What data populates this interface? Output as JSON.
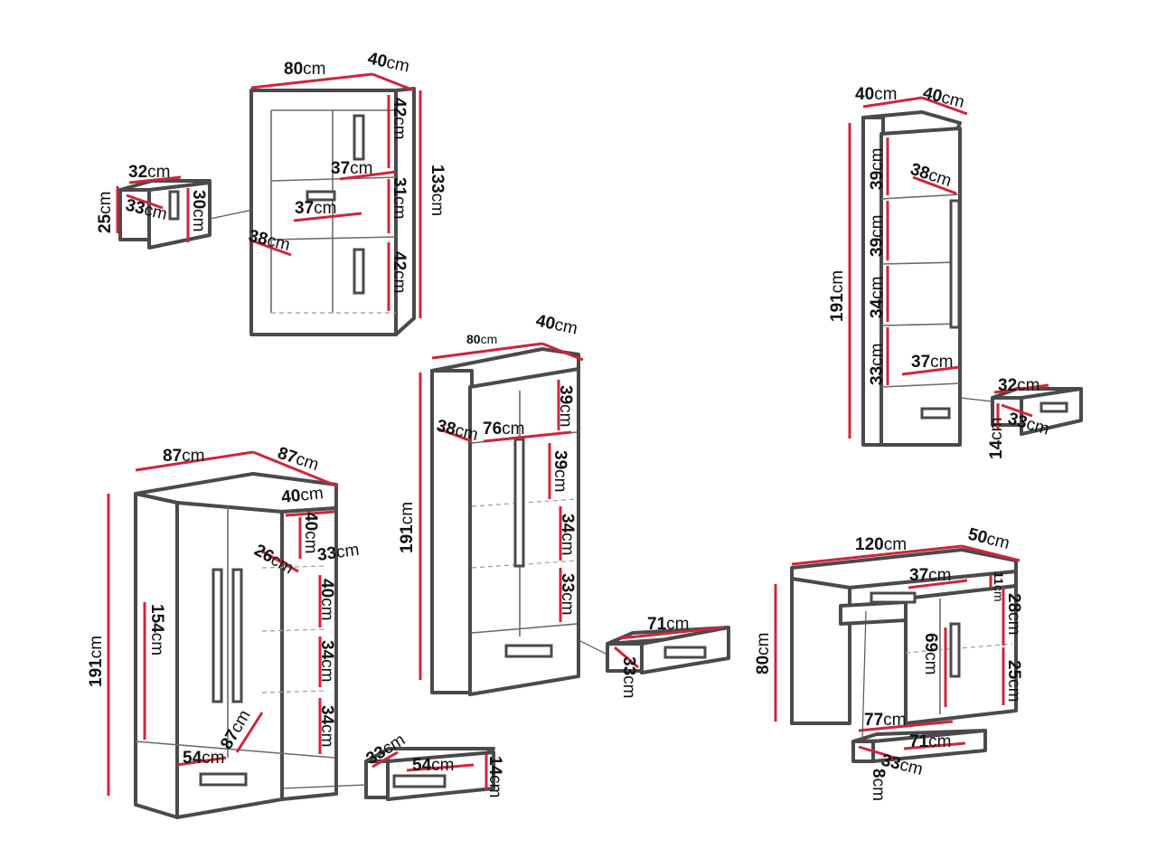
{
  "units": "cm",
  "colors": {
    "outline": "#4a4a4a",
    "dimension": "#d0243a",
    "text": "#111111"
  },
  "bookcase": {
    "width": "80",
    "depth": "40",
    "height": "133",
    "shelf_top": "42",
    "shelf_mid": "31",
    "shelf_bottom": "42",
    "shelf_width_top": "37",
    "shelf_width_mid": "37",
    "shelf_depth": "38"
  },
  "bookcase_drawer": {
    "width": "32",
    "depth": "33",
    "height": "25",
    "front": "30"
  },
  "narrow_cabinet": {
    "width": "40",
    "depth": "40",
    "height": "191",
    "shelf_1": "39",
    "shelf_2": "39",
    "shelf_3": "34",
    "shelf_4": "33",
    "shelf_depth": "38",
    "shelf_width": "37"
  },
  "narrow_drawer": {
    "width": "32",
    "depth": "33",
    "height": "14"
  },
  "shelf_wardrobe": {
    "width": "80",
    "depth": "40",
    "height": "191",
    "shelf_1": "39",
    "shelf_2": "39",
    "shelf_3": "34",
    "shelf_4": "33",
    "inner_width": "76",
    "shelf_depth": "38"
  },
  "shelf_wardrobe_drawer": {
    "width": "71",
    "depth": "33"
  },
  "corner_wardrobe": {
    "width": "87",
    "width2": "87",
    "height": "191",
    "inner_height": "154",
    "side_depth": "40",
    "side_h1": "40",
    "side_d1": "26",
    "side_d2": "33",
    "side_s1": "40",
    "side_s2": "34",
    "side_s3": "34",
    "diag": "87",
    "bottom_w": "54"
  },
  "corner_drawer": {
    "depth": "33",
    "width": "54",
    "height": "14"
  },
  "desk": {
    "width": "120",
    "depth": "50",
    "height": "80",
    "drawer_w": "37",
    "drawer_h": "11",
    "cab_h": "28",
    "knee_h": "69",
    "cab_lower": "25",
    "knee_w": "77"
  },
  "desk_drawer": {
    "height": "8",
    "depth": "33",
    "width": "71"
  }
}
